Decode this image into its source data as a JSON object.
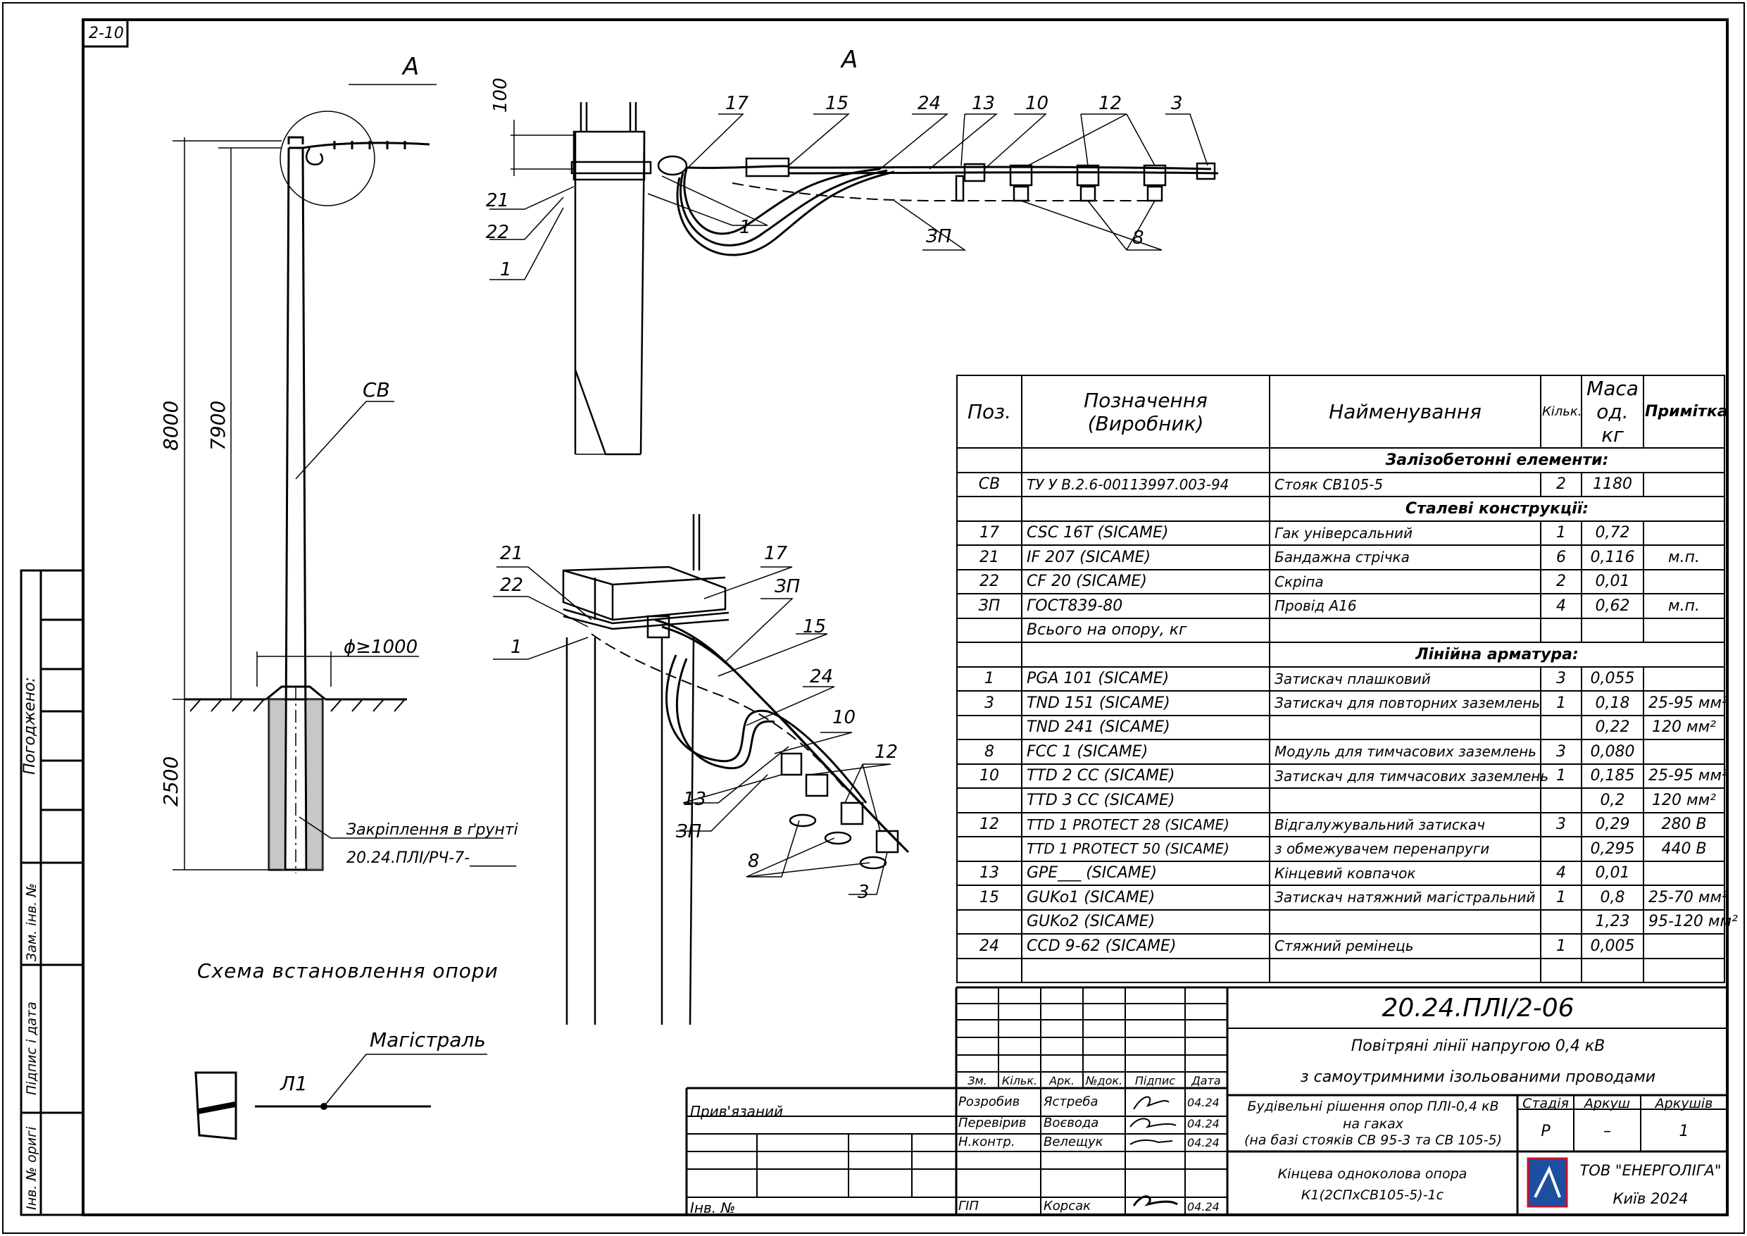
{
  "sheet_ref": "2-10",
  "drawing": {
    "view_a_label": "A",
    "view_a_detail_label": "A",
    "height_total": "8000",
    "height_above": "7900",
    "depth": "2500",
    "diameter": "ϕ≥1000",
    "pole_label": "СВ",
    "anchoring_label": "Закріплення в ґрунті",
    "anchoring_doc": "20.24.ПЛІ/РЧ-7-______",
    "scheme_caption": "Схема встановлення опори",
    "main_line": "Магістраль",
    "line_label": "Л1",
    "dim_100": "100",
    "callouts_detail": [
      "17",
      "15",
      "24",
      "13",
      "10",
      "12",
      "3",
      "21",
      "22",
      "1",
      "1",
      "ЗП",
      "8"
    ],
    "callouts_iso": [
      "21",
      "22",
      "17",
      "ЗП",
      "15",
      "1",
      "24",
      "10",
      "12",
      "13",
      "ЗП",
      "8",
      "3"
    ]
  },
  "side_stamp": {
    "agreed": "Погоджено:",
    "replaced_inv": "Зам. інв. №",
    "sign_date": "Підпис і дата",
    "inv_orig": "Інв. № оригі"
  },
  "spec": {
    "headers": [
      "Поз.",
      "Позначення (Виробник)",
      "Найменування",
      "Кільк.",
      "Маса од. кг",
      "Примітка"
    ],
    "header_designation_1": "Позначення",
    "header_designation_2": "(Виробник)",
    "header_mass_1": "Маса",
    "header_mass_2": "од. кг",
    "rows": [
      {
        "type": "section",
        "name": "Залізобетонні елементи:"
      },
      {
        "pos": "СВ",
        "des": "ТУ У В.2.6-00113997.003-94",
        "name": "Стояк СВ105-5",
        "qty": "2",
        "mass": "1180",
        "note": ""
      },
      {
        "type": "section",
        "name": "Сталеві конструкції:"
      },
      {
        "pos": "17",
        "des": "CSC 16T  (SICAME)",
        "name": "Гак універсальний",
        "qty": "1",
        "mass": "0,72",
        "note": ""
      },
      {
        "pos": "21",
        "des": "IF 207  (SICAME)",
        "name": "Бандажна стрічка",
        "qty": "6",
        "mass": "0,116",
        "note": "м.п."
      },
      {
        "pos": "22",
        "des": "CF 20  (SICAME)",
        "name": "Скріпа",
        "qty": "2",
        "mass": "0,01",
        "note": ""
      },
      {
        "pos": "ЗП",
        "des": "ГОСТ839-80",
        "name": "Провід А16",
        "qty": "4",
        "mass": "0,62",
        "note": "м.п."
      },
      {
        "pos": "",
        "des": "Всього на опору, кг",
        "name": "",
        "qty": "",
        "mass": "",
        "note": ""
      },
      {
        "type": "section",
        "name": "Лінійна арматура:"
      },
      {
        "pos": "1",
        "des": "PGA 101  (SICAME)",
        "name": "Затискач плашковий",
        "qty": "3",
        "mass": "0,055",
        "note": ""
      },
      {
        "pos": "3",
        "des": "TND 151  (SICAME)",
        "name": "Затискач для повторних заземлень",
        "qty": "1",
        "mass": "0,18",
        "note": "25-95 мм²"
      },
      {
        "pos": "",
        "des": "TND 241  (SICAME)",
        "name": "",
        "qty": "",
        "mass": "0,22",
        "note": "120 мм²"
      },
      {
        "pos": "8",
        "des": "FCC 1  (SICAME)",
        "name": "Модуль для тимчасових заземлень",
        "qty": "3",
        "mass": "0,080",
        "note": ""
      },
      {
        "pos": "10",
        "des": "TTD 2 CC  (SICAME)",
        "name": "Затискач для тимчасових заземлень",
        "qty": "1",
        "mass": "0,185",
        "note": "25-95 мм²"
      },
      {
        "pos": "",
        "des": "TTD 3 CC  (SICAME)",
        "name": "",
        "qty": "",
        "mass": "0,2",
        "note": "120 мм²"
      },
      {
        "pos": "12",
        "des": "TTD 1 PROTECT 28  (SICAME)",
        "name": "Відгалужувальний затискач",
        "qty": "3",
        "mass": "0,29",
        "note": "280 В"
      },
      {
        "pos": "",
        "des": "TTD 1 PROTECT 50  (SICAME)",
        "name": "з обмежувачем перенапруги",
        "qty": "",
        "mass": "0,295",
        "note": "440 В"
      },
      {
        "pos": "13",
        "des": "GPE___  (SICAME)",
        "name": "Кінцевий ковпачок",
        "qty": "4",
        "mass": "0,01",
        "note": ""
      },
      {
        "pos": "15",
        "des": "GUKo1  (SICAME)",
        "name": "Затискач натяжний магістральний",
        "qty": "1",
        "mass": "0,8",
        "note": "25-70 мм²"
      },
      {
        "pos": "",
        "des": "GUKo2  (SICAME)",
        "name": "",
        "qty": "",
        "mass": "1,23",
        "note": "95-120 мм²"
      },
      {
        "pos": "24",
        "des": "CCD 9-62  (SICAME)",
        "name": "Стяжний ремінець",
        "qty": "1",
        "mass": "0,005",
        "note": ""
      },
      {
        "pos": "",
        "des": "",
        "name": "",
        "qty": "",
        "mass": "",
        "note": ""
      }
    ]
  },
  "title_block": {
    "doc_code": "20.24.ПЛІ/2-06",
    "title_1": "Повітряні лінії напругою 0,4 кВ",
    "title_2": "з самоутримними ізольованими проводами",
    "subtitle_1": "Будівельні рішення опор ПЛІ-0,4 кВ",
    "subtitle_2": "на гаках",
    "subtitle_3": "(на базі стояків СВ 95-3 та СВ 105-5)",
    "stage_label": "Стадія",
    "sheet_label": "Аркуш",
    "sheets_label": "Аркушів",
    "stage": "Р",
    "sheet": "–",
    "sheets": "1",
    "item_1": "Кінцева одноколова опора",
    "item_2": "К1(2СПхСВ105-5)-1с",
    "company": "ТОВ \"ЕНЕРГОЛІГА\"",
    "city_year": "Київ 2024",
    "col_headers": [
      "Зм.",
      "Кільк.",
      "Арк.",
      "№док.",
      "Підпис",
      "Дата"
    ],
    "linked": "Прив'язаний",
    "inv": "Інв. №",
    "people": [
      {
        "role": "Розробив",
        "name": "Ястреба",
        "date": "04.24"
      },
      {
        "role": "Перевірив",
        "name": "Воєвода",
        "date": "04.24"
      },
      {
        "role": "Н.контр.",
        "name": "Велещук",
        "date": "04.24"
      },
      {
        "role": "ГІП",
        "name": "Корсак",
        "date": "04.24"
      }
    ]
  }
}
